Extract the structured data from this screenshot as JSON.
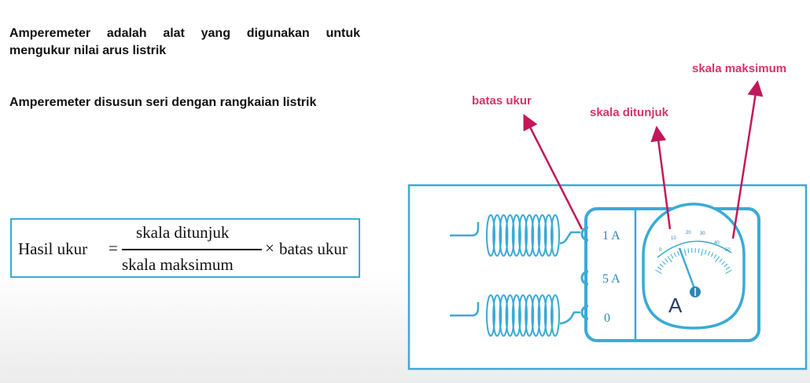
{
  "text": {
    "p1": "Amperemeter adalah alat yang digunakan untuk mengukur nilai arus listrik",
    "p2": "Amperemeter disusun seri dengan rangkaian listrik"
  },
  "formula": {
    "lhs": "Hasil ukur",
    "equals": "=",
    "numerator": "skala ditunjuk",
    "denominator": "skala maksimum",
    "times": "×",
    "rhs": "batas ukur"
  },
  "diagram": {
    "labels": {
      "batas_ukur": "batas ukur",
      "skala_ditunjuk": "skala ditunjuk",
      "skala_maksimum": "skala maksimum"
    },
    "terminals": [
      "1 A",
      "5 A",
      "0"
    ],
    "scale_numbers": [
      "0",
      "10",
      "20",
      "30",
      "40",
      "50"
    ],
    "meter_symbol": "A",
    "colors": {
      "outline": "#3aaad6",
      "label": "#d6336c",
      "arrow": "#c2185b"
    }
  }
}
